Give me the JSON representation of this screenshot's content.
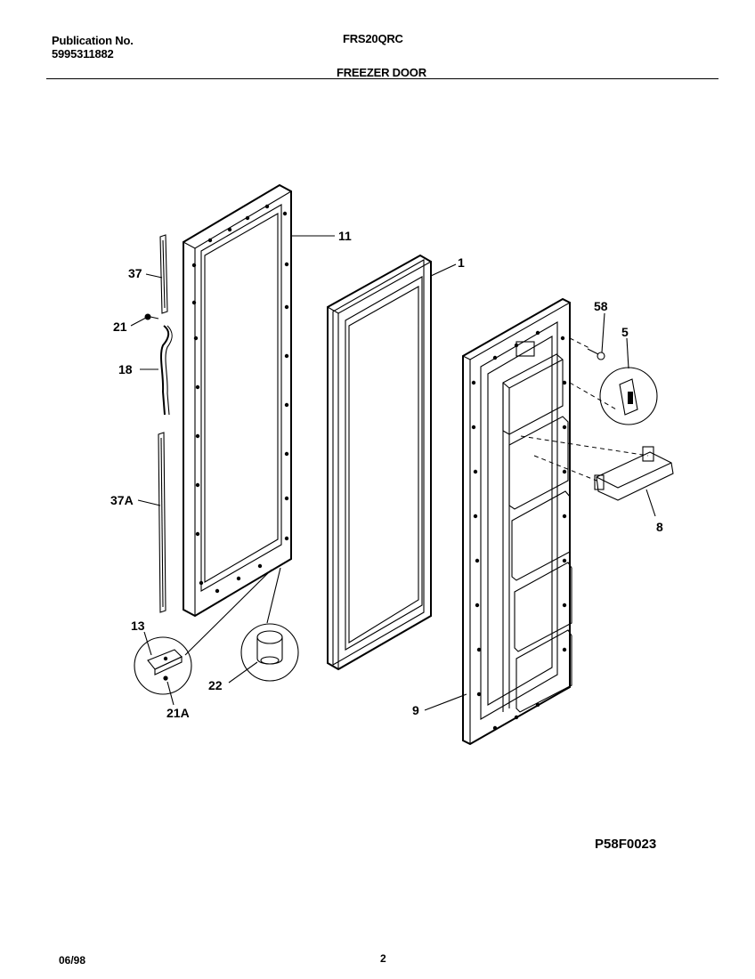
{
  "header": {
    "publication_label": "Publication No.",
    "publication_number": "5995311882",
    "model": "FRS20QRC",
    "section_title": "FREEZER DOOR"
  },
  "diagram_code": "P58F0023",
  "footer": {
    "date": "06/98",
    "page": "2"
  },
  "callouts": {
    "c11": "11",
    "c1": "1",
    "c37": "37",
    "c21": "21",
    "c18": "18",
    "c37a": "37A",
    "c13": "13",
    "c21a": "21A",
    "c22": "22",
    "c58": "58",
    "c5": "5",
    "c8": "8",
    "c9": "9"
  }
}
